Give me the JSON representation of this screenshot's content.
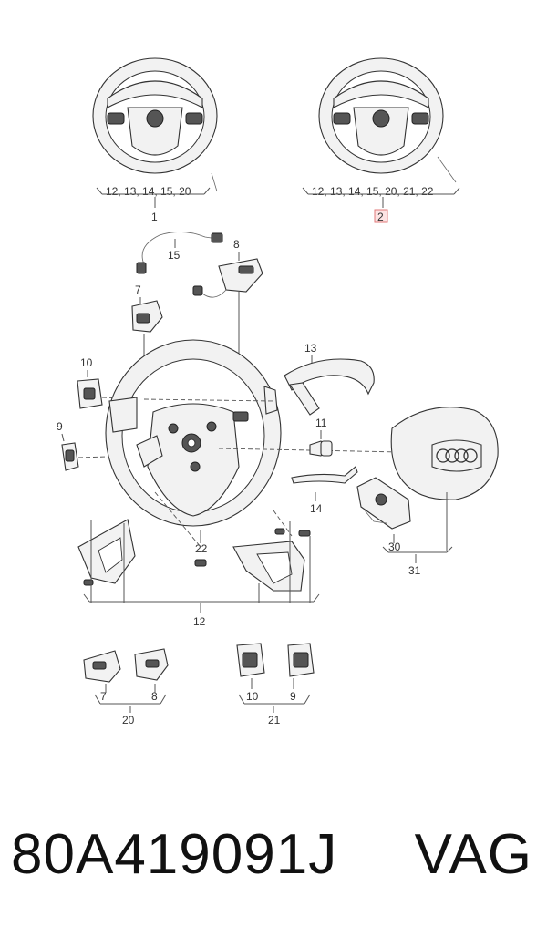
{
  "callouts": {
    "wheel1_parts": "12, 13, 14, 15, 20",
    "wheel1_num": "1",
    "wheel2_parts": "12, 13, 14, 15, 20, 21, 22",
    "wheel2_num": "2",
    "c15": "15",
    "c8": "8",
    "c7": "7",
    "c13": "13",
    "c10": "10",
    "c11": "11",
    "c9": "9",
    "c14": "14",
    "c22": "22",
    "c30": "30",
    "c31": "31",
    "c12": "12",
    "g20_7": "7",
    "g20_8": "8",
    "g20": "20",
    "g21_10": "10",
    "g21_9": "9",
    "g21": "21"
  },
  "footer": {
    "part_number": "80A419091J",
    "brand": "VAG"
  },
  "colors": {
    "highlight": "#e07a7a",
    "highlight_fill": "#fde3e3"
  }
}
